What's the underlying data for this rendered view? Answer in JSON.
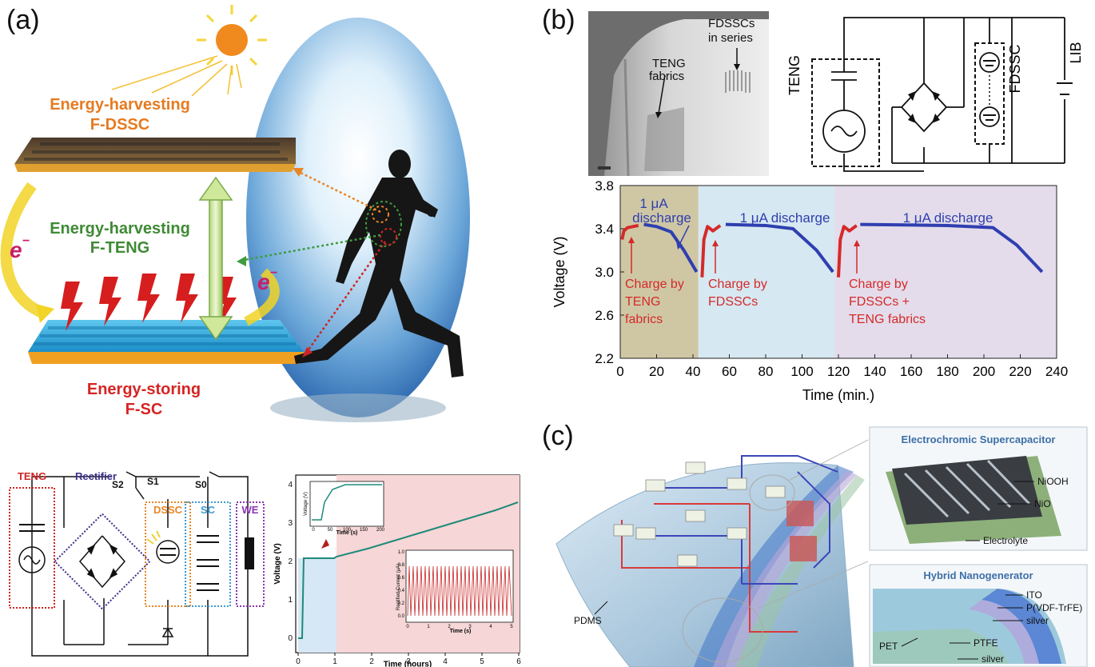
{
  "panels": {
    "a": "(a)",
    "b": "(b)",
    "c": "(c)"
  },
  "panel_a": {
    "top_label_1": "Energy-harvesting",
    "top_label_2": "F-DSSC",
    "mid_label_1": "Energy-harvesting",
    "mid_label_2": "F-TENG",
    "bot_label_1": "Energy-storing",
    "bot_label_2": "F-SC",
    "electron_left": "e",
    "electron_right": "e",
    "circuit": {
      "teng": "TENG",
      "rectifier": "Rectifier",
      "dssc": "DSSC",
      "sc": "SC",
      "we": "WE",
      "s2": "S2",
      "s1": "S1",
      "s0": "S0"
    },
    "plot": {
      "ylabel": "Voltage (V)",
      "xlabel": "Time (hours)",
      "xticks": [
        "0",
        "1",
        "2",
        "3",
        "4",
        "5",
        "6"
      ],
      "yticks": [
        "0",
        "1",
        "2",
        "3",
        "4"
      ],
      "inset1_ylabel": "Voltage (V)",
      "inset1_xlabel": "Time (s)",
      "inset1_xticks": [
        "0",
        "50",
        "100",
        "150",
        "200"
      ],
      "inset2_ylabel": "Rectified Current (µA)",
      "inset2_xlabel": "Time (s)",
      "inset2_xticks": [
        "0",
        "1",
        "2",
        "3",
        "4",
        "5"
      ],
      "inset2_yticks": [
        "0.0",
        "0.2",
        "0.4",
        "0.6",
        "0.8",
        "1.0"
      ]
    }
  },
  "panel_b": {
    "photo_label_1": "TENG",
    "photo_label_2": "fabrics",
    "photo_label_3": "FDSSCs",
    "photo_label_4": "in series",
    "circuit_teng": "TENG",
    "circuit_fdssc": "FDSSC",
    "circuit_lib": "LIB"
  },
  "panel_c": {
    "title_top": "Electrochromic Supercapacitor",
    "title_bottom": "Hybrid Nanogenerator",
    "pdms": "PDMS",
    "niooh": "NiOOH",
    "nio": "NiO",
    "electrolyte": "Electrolyte",
    "ito": "ITO",
    "pvdf": "P(VDF-TrFE)",
    "silver1": "silver",
    "pet": "PET",
    "ptfe": "PTFE",
    "silver2": "silver"
  },
  "chart_data": {
    "type": "line",
    "xlabel": "Time (min.)",
    "ylabel": "Voltage (V)",
    "xlim": [
      0,
      240
    ],
    "ylim": [
      2.2,
      3.8
    ],
    "xticks": [
      0,
      20,
      40,
      60,
      80,
      100,
      120,
      140,
      160,
      180,
      200,
      220,
      240
    ],
    "yticks": [
      2.2,
      2.6,
      3.0,
      3.4,
      3.8
    ],
    "regions": [
      {
        "x": [
          0,
          43
        ],
        "color": "#cfc7a4"
      },
      {
        "x": [
          43,
          118
        ],
        "color": "#d6e8f1"
      },
      {
        "x": [
          118,
          240
        ],
        "color": "#e4dcea"
      }
    ],
    "series": [
      {
        "color": "#d42a2a",
        "points": [
          [
            1,
            3.3
          ],
          [
            2,
            3.38
          ],
          [
            4,
            3.41
          ],
          [
            7,
            3.42
          ],
          [
            10,
            3.43
          ]
        ]
      },
      {
        "color": "#2f3fb0",
        "points": [
          [
            13,
            3.44
          ],
          [
            20,
            3.42
          ],
          [
            28,
            3.37
          ],
          [
            35,
            3.2
          ],
          [
            42,
            3.0
          ]
        ]
      },
      {
        "color": "#d42a2a",
        "points": [
          [
            45,
            2.95
          ],
          [
            46,
            3.3
          ],
          [
            48,
            3.42
          ],
          [
            51,
            3.38
          ],
          [
            55,
            3.43
          ]
        ]
      },
      {
        "color": "#2f3fb0",
        "points": [
          [
            58,
            3.44
          ],
          [
            80,
            3.43
          ],
          [
            95,
            3.4
          ],
          [
            108,
            3.2
          ],
          [
            117,
            3.0
          ]
        ]
      },
      {
        "color": "#d42a2a",
        "points": [
          [
            120,
            2.95
          ],
          [
            121,
            3.3
          ],
          [
            123,
            3.42
          ],
          [
            126,
            3.38
          ],
          [
            130,
            3.43
          ]
        ]
      },
      {
        "color": "#2f3fb0",
        "points": [
          [
            132,
            3.44
          ],
          [
            180,
            3.43
          ],
          [
            205,
            3.41
          ],
          [
            218,
            3.25
          ],
          [
            232,
            3.0
          ]
        ]
      }
    ],
    "annotations": [
      {
        "text": "1 μA",
        "color": "#2f3fb0"
      },
      {
        "text": "discharge",
        "color": "#2f3fb0"
      },
      {
        "text": "1 μA discharge",
        "color": "#2f3fb0"
      },
      {
        "text": "1 μA discharge",
        "color": "#2f3fb0"
      },
      {
        "text": "Charge by",
        "color": "#d42a2a"
      },
      {
        "text": "TENG",
        "color": "#d42a2a"
      },
      {
        "text": "fabrics",
        "color": "#d42a2a"
      },
      {
        "text": "Charge by",
        "color": "#d42a2a"
      },
      {
        "text": "FDSSCs",
        "color": "#d42a2a"
      },
      {
        "text": "Charge by",
        "color": "#d42a2a"
      },
      {
        "text": "FDSSCs +",
        "color": "#d42a2a"
      },
      {
        "text": "TENG fabrics",
        "color": "#d42a2a"
      }
    ]
  }
}
